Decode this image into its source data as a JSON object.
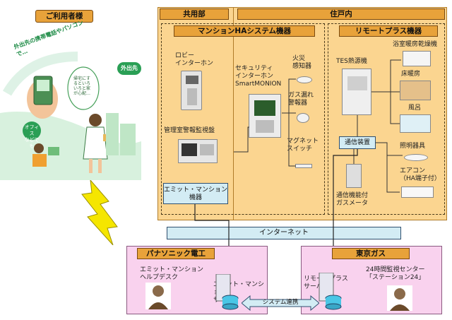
{
  "user": {
    "badge": "ご利用者様",
    "mobile_headline": "外出先の携帯電話やパソコンで…",
    "outdoor_label": "外出先",
    "office_label": "オフィス\nなどでも",
    "phone_caption": "帰宅にするといろいろと家が心配…"
  },
  "common_area": {
    "header": "共用部"
  },
  "home": {
    "header": "住戸内"
  },
  "ha_system": {
    "header": "マンションHAシステム機器",
    "lobby_intercom": "ロビー\nインターホン",
    "manager_panel": "管理室警報監視盤",
    "security_intercom": "セキュリティ\nインターホン\nSmartMONION",
    "fire_detector": "火災\n感知器",
    "gas_alarm": "ガス漏れ\n警報器",
    "magnet_switch": "マグネット\nスイッチ",
    "emit_device": "エミット・マンション\n機器"
  },
  "remote_plus": {
    "header": "リモートプラス機器",
    "tes_unit": "TES熱源機",
    "bath_dryer": "浴室暖房乾燥機",
    "floor_heating": "床暖房",
    "bath": "風呂",
    "lighting": "照明器具",
    "aircon": "エアコン\n（HA端子付）",
    "comm_device": "通信装置",
    "gas_meter": "通信機能付\nガスメータ"
  },
  "internet": {
    "label": "インターネット"
  },
  "panasonic": {
    "header": "パナソニック電工",
    "helpdesk": "エミット・マンション\nヘルプデスク",
    "server": "エミット・マンション\nサーバ"
  },
  "tokyo_gas": {
    "header": "東京ガス",
    "server": "リモートプラス\nサーバ",
    "center": "24時間監視センター\n「ステーション24」"
  },
  "link": {
    "label": "システム連携"
  },
  "colors": {
    "region_fill": "#fbd590",
    "header_fill": "#e8a23a",
    "blue_box": "#d3ecf4",
    "company_fill": "#f9d2ee",
    "lightning": "#f5e600"
  }
}
